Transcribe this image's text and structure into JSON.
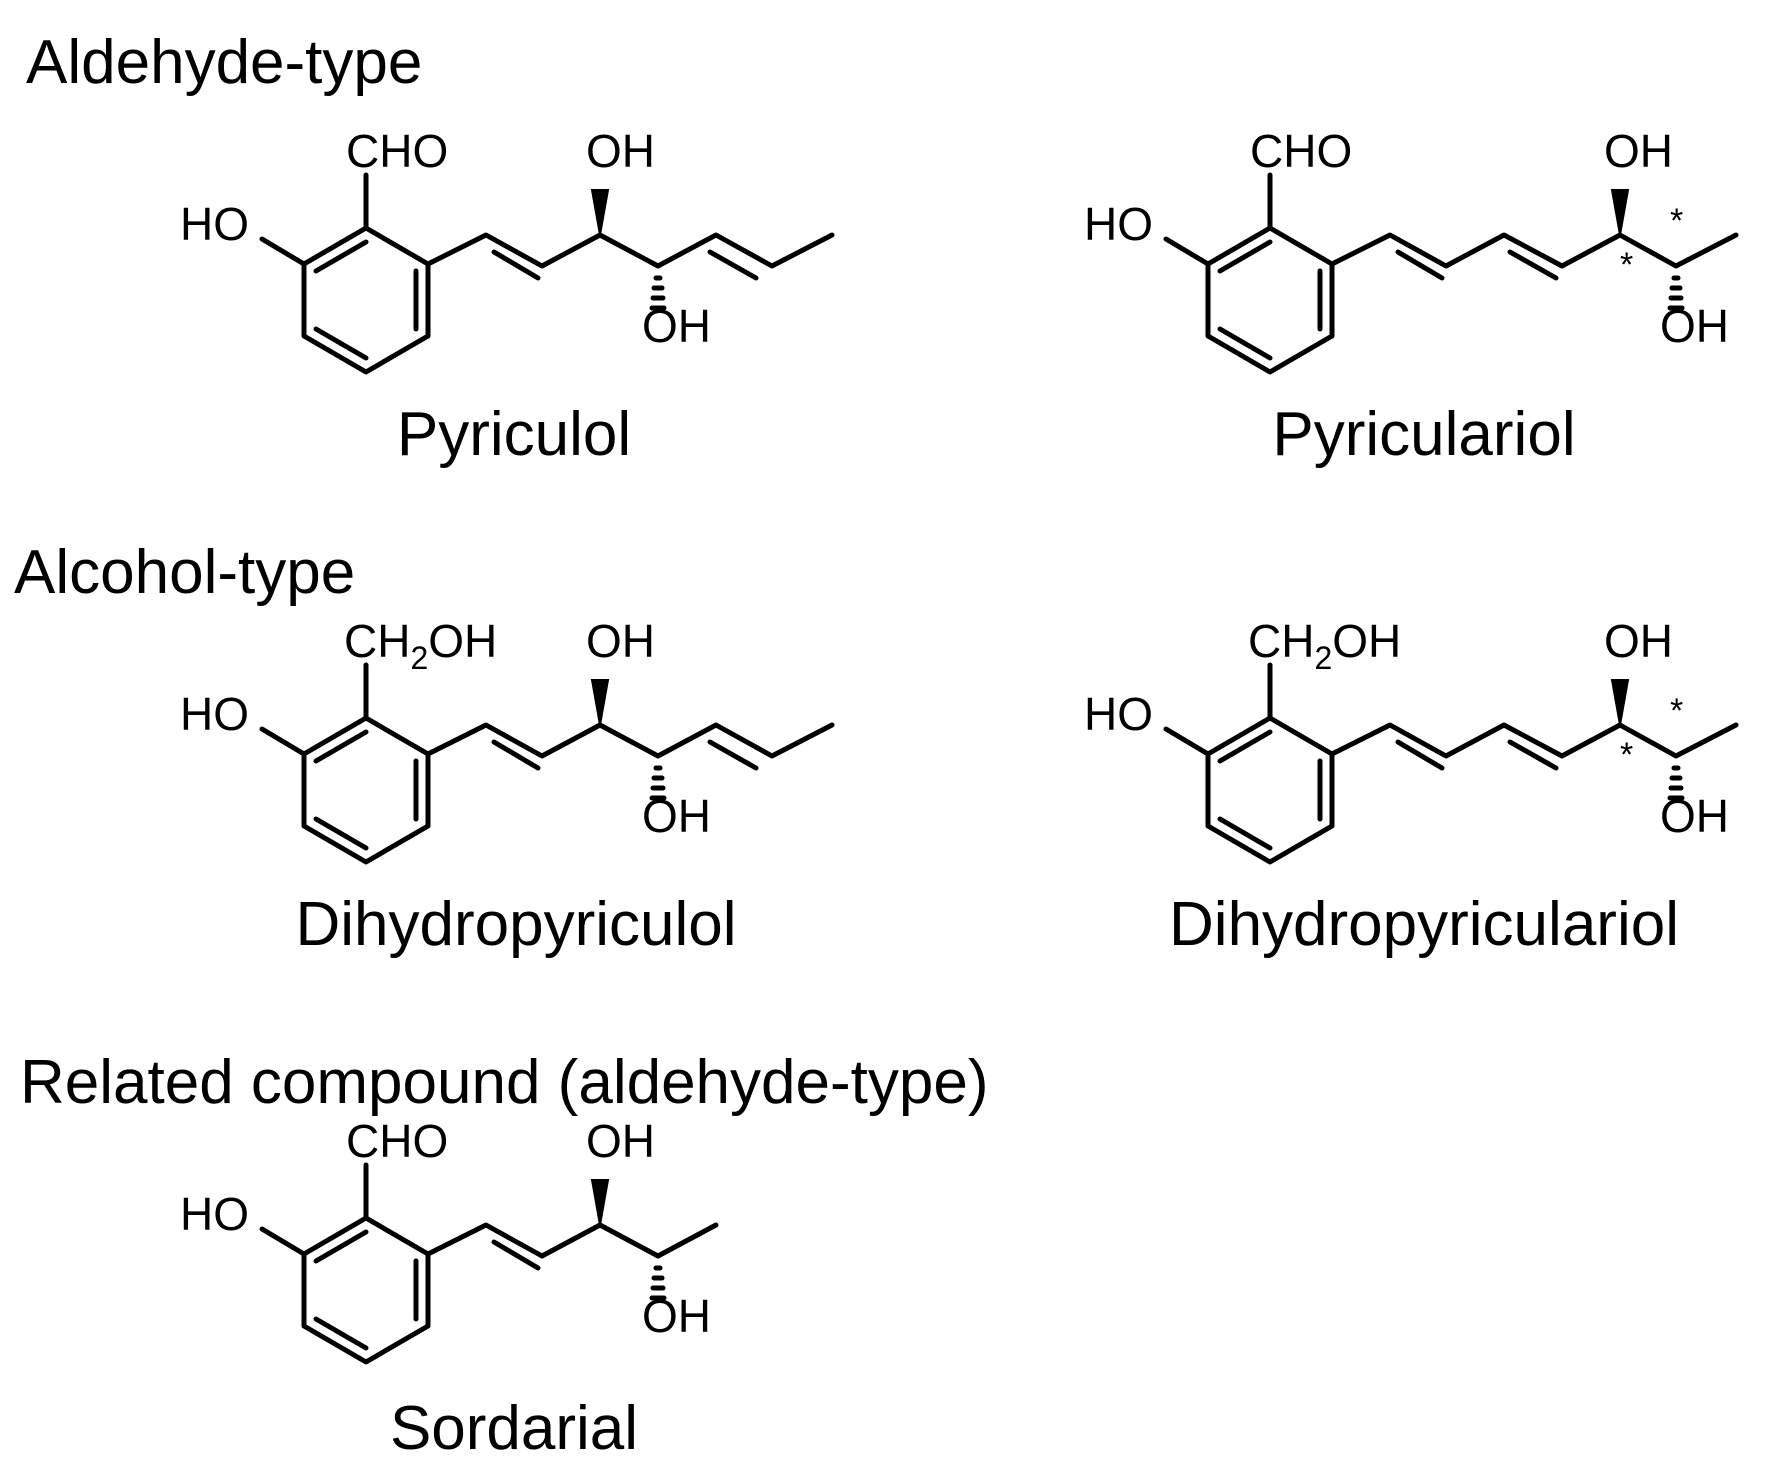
{
  "sections": {
    "aldehyde": "Aldehyde-type",
    "alcohol": "Alcohol-type",
    "related": "Related compound (aldehyde-type)"
  },
  "compounds": [
    {
      "name": "Pyriculol",
      "ring_group": "CHO",
      "substituent": "HO",
      "diol_top": "OH",
      "diol_bottom": "OH"
    },
    {
      "name": "Pyriculariol",
      "ring_group": "CHO",
      "substituent": "HO",
      "diol_top": "OH",
      "diol_bottom": "OH",
      "stereo_marks": [
        "*",
        "*"
      ]
    },
    {
      "name": "Dihydropyriculol",
      "ring_group": [
        "CH",
        "2",
        "OH"
      ],
      "substituent": "HO",
      "diol_top": "OH",
      "diol_bottom": "OH"
    },
    {
      "name": "Dihydropyriculariol",
      "ring_group": [
        "CH",
        "2",
        "OH"
      ],
      "substituent": "HO",
      "diol_top": "OH",
      "diol_bottom": "OH",
      "stereo_marks": [
        "*",
        "*"
      ]
    },
    {
      "name": "Sordarial",
      "ring_group": "CHO",
      "substituent": "HO",
      "diol_top": "OH",
      "diol_bottom": "OH"
    }
  ]
}
